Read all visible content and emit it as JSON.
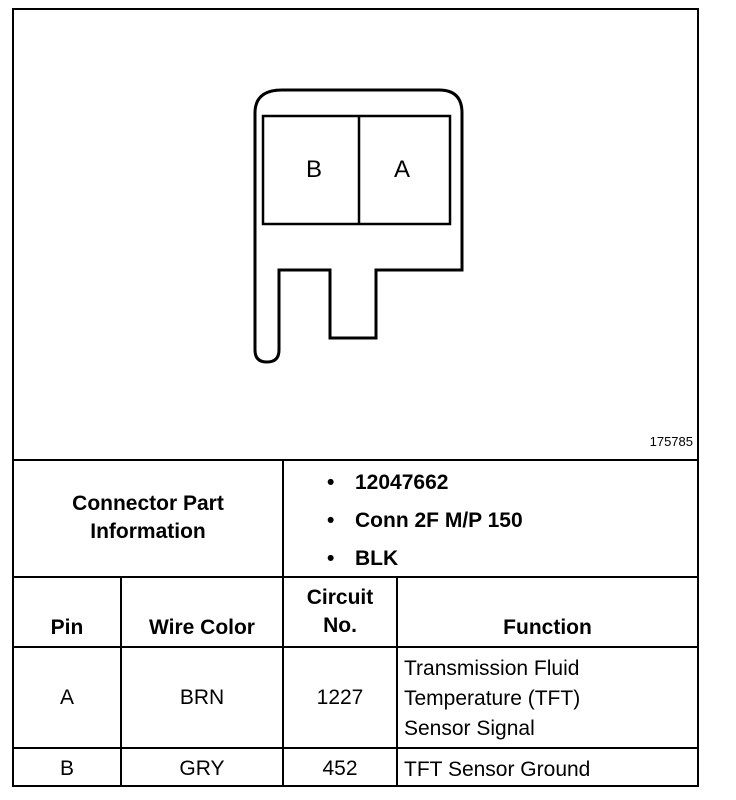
{
  "diagram": {
    "pins": [
      "B",
      "A"
    ],
    "figure_number": "175785"
  },
  "connector": {
    "label": "Connector Part Information",
    "parts": [
      "12047662",
      "Conn 2F M/P 150",
      "BLK"
    ]
  },
  "table": {
    "headers": {
      "pin": "Pin",
      "wire_color": "Wire Color",
      "circuit_line1": "Circuit",
      "circuit_line2": "No.",
      "function": "Function"
    },
    "rows": [
      {
        "pin": "A",
        "wire_color": "BRN",
        "circuit": "1227",
        "function_lines": [
          "Transmission Fluid",
          "Temperature (TFT)",
          "Sensor Signal"
        ]
      },
      {
        "pin": "B",
        "wire_color": "GRY",
        "circuit": "452",
        "function_lines": [
          "TFT Sensor Ground"
        ]
      }
    ]
  }
}
